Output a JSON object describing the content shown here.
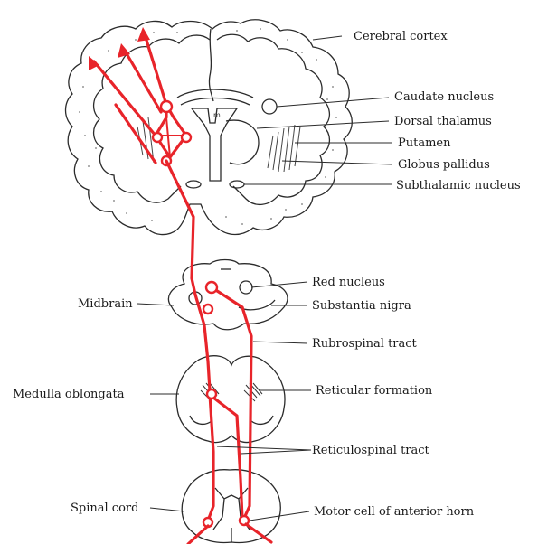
{
  "labels": {
    "cerebral_cortex": "Cerebral cortex",
    "caudate_nucleus": "Caudate nucleus",
    "dorsal_thalamus": "Dorsal thalamus",
    "putamen": "Putamen",
    "globus_pallidus": "Globus pallidus",
    "subthalamic_nucleus": "Subthalamic nucleus",
    "red_nucleus": "Red nucleus",
    "midbrain": "Midbrain",
    "substantia_nigra": "Substantia nigra",
    "rubrospinal_tract": "Rubrospinal tract",
    "medulla_oblongata": "Medulla oblongata",
    "reticular_formation": "Reticular formation",
    "reticulospinal_tract": "Reticulospinal tract",
    "spinal_cord": "Spinal cord",
    "motor_cell": "Motor cell of anterior horn"
  },
  "colors": {
    "pathway": "#e8242a",
    "outline": "#2b2b2b",
    "text": "#1a1a1a"
  }
}
